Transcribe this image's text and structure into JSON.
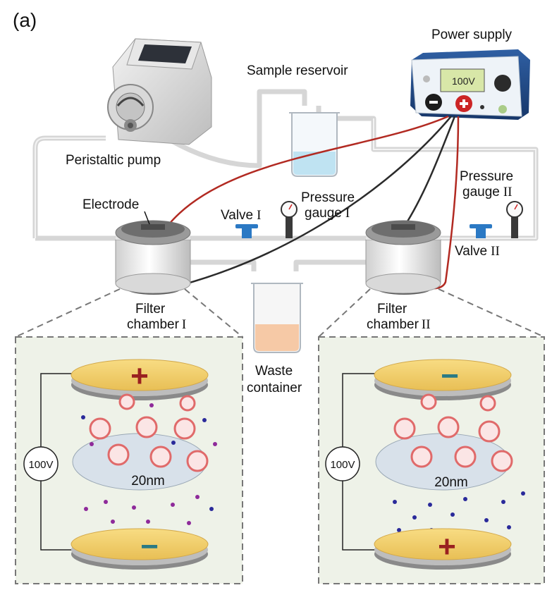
{
  "panel_label": "(a)",
  "labels": {
    "power_supply": "Power supply",
    "display": "100V",
    "sample_reservoir": "Sample reservoir",
    "peristaltic_pump": "Peristaltic pump",
    "electrode": "Electrode",
    "valve": "Valve",
    "pressure": "Pressure",
    "gauge": "gauge",
    "filter": "Filter",
    "chamber": "chamber",
    "waste": "Waste",
    "container": "container",
    "roman_one": "I",
    "roman_two": "II"
  },
  "insets": [
    {
      "voltage": "100V",
      "membrane": "20nm",
      "top_sign": "+",
      "bottom_sign": "−"
    },
    {
      "voltage": "100V",
      "membrane": "20nm",
      "top_sign": "−",
      "bottom_sign": "+"
    }
  ],
  "colors": {
    "tube": "#d6d6d6",
    "wire_red": "#b22a22",
    "wire_black": "#2b2b2b",
    "plate": "#f3cf6e",
    "plus_sign": "#9a2020",
    "minus_sign": "#2a7a85",
    "membrane": "#d8e1ea",
    "inset_bg": "#eef2e8",
    "valve": "#2b79c4"
  }
}
